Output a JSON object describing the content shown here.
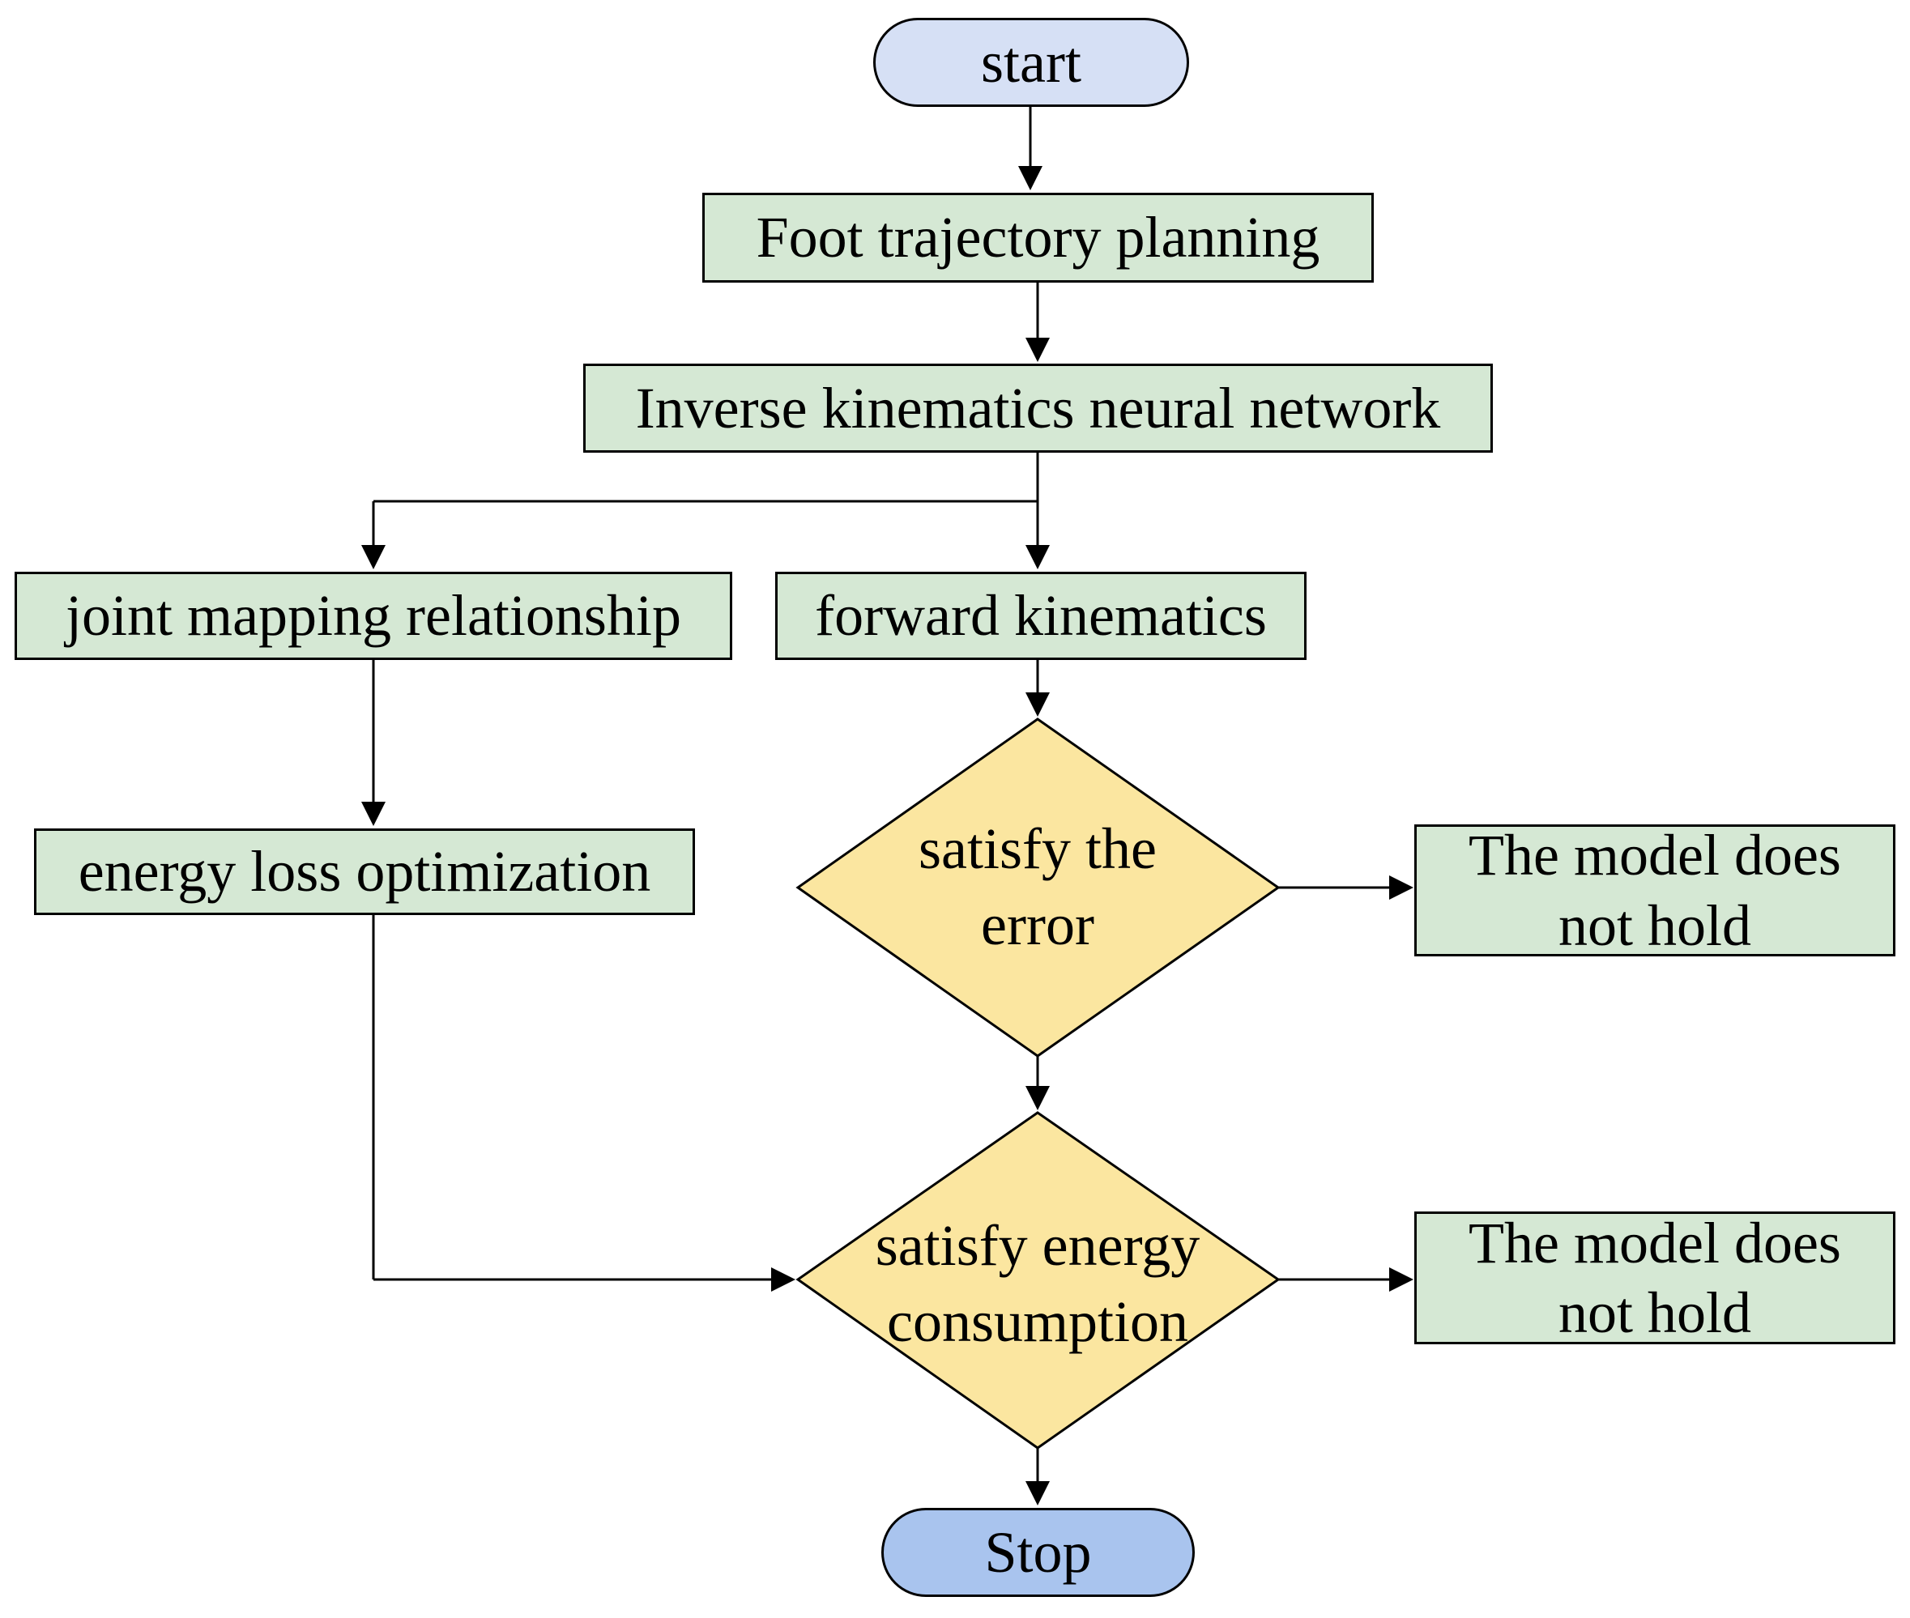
{
  "colors": {
    "start_fill": "#d6e0f5",
    "stop_fill": "#a9c4ee",
    "process_fill": "#d5e8d4",
    "decision_fill": "#fbe6a0",
    "stroke": "#000000"
  },
  "nodes": {
    "start": "start",
    "foot_trajectory": "Foot trajectory planning",
    "inverse_kinematics": "Inverse kinematics neural network",
    "joint_mapping": "joint mapping relationship",
    "forward_kinematics": "forward kinematics",
    "energy_loss": "energy loss optimization",
    "decision_error": "satisfy the\nerror",
    "model_fail_1": "The model does\nnot hold",
    "decision_energy": "satisfy energy\nconsumption",
    "model_fail_2": "The model does\nnot hold",
    "stop": "Stop"
  }
}
